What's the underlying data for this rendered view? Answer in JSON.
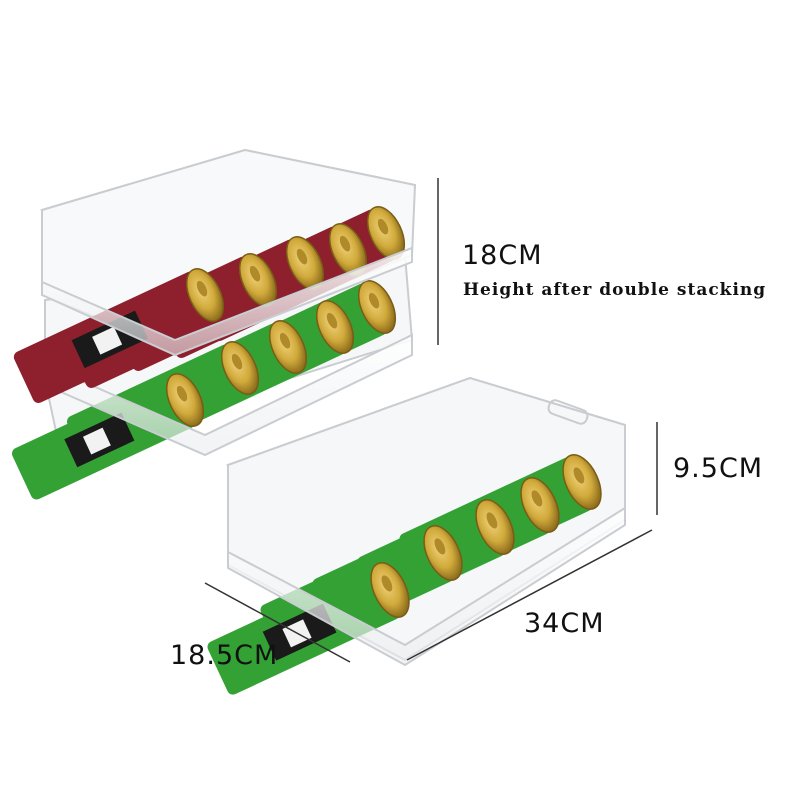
{
  "dimensions": {
    "stack_height": "18CM",
    "stack_caption": "Height after double stacking",
    "single_height": "9.5CM",
    "length": "34CM",
    "width": "18.5CM"
  },
  "colors": {
    "red_can": "#8e1f2c",
    "green_can": "#34a135",
    "gold_lid": "#d0a93a",
    "black_band": "#1a1a1a",
    "bin_edge": "#c9ccd0"
  }
}
